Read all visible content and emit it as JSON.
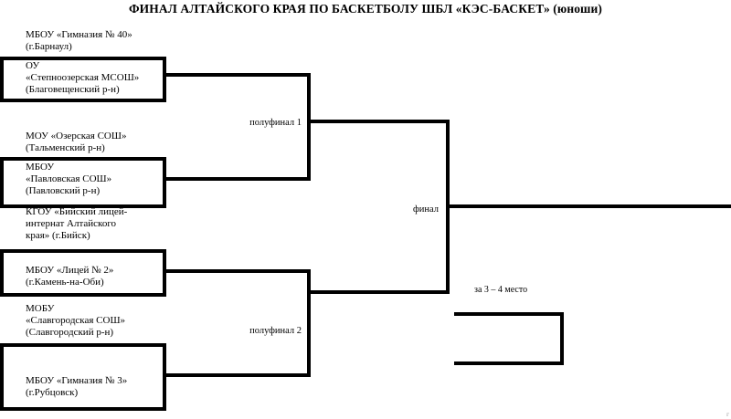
{
  "title": "ФИНАЛ АЛТАЙСКОГО КРАЯ ПО БАСКЕТБОЛУ ШБЛ «КЭС-БАСКЕТ» (юноши)",
  "teams": [
    {
      "name": "МБОУ «Гимназия № 40»\n(г.Барнаул)"
    },
    {
      "name": "ОУ\n«Степноозерская МСОШ»\n(Благовещенский р-н)"
    },
    {
      "name": "МОУ «Озерская СОШ»\n(Тальменский р-н)"
    },
    {
      "name": "МБОУ\n«Павловская СОШ»\n(Павловский р-н)"
    },
    {
      "name": "КГОУ «Бийский лицей-\nинтернат Алтайского\nкрая» (г.Бийск)"
    },
    {
      "name": "МБОУ «Лицей № 2»\n(г.Камень-на-Оби)"
    },
    {
      "name": "МОБУ\n«Славгородская СОШ»\n(Славгородский р-н)"
    },
    {
      "name": "МБОУ «Гимназия № 3»\n(г.Рубцовск)"
    }
  ],
  "rounds": {
    "semifinal_1": "полуфинал 1",
    "semifinal_2": "полуфинал 2",
    "final": "финал",
    "third_place": "за 3 – 4 место"
  },
  "colors": {
    "line": "#000000",
    "background": "#ffffff",
    "text": "#000000"
  },
  "artifact": "г"
}
